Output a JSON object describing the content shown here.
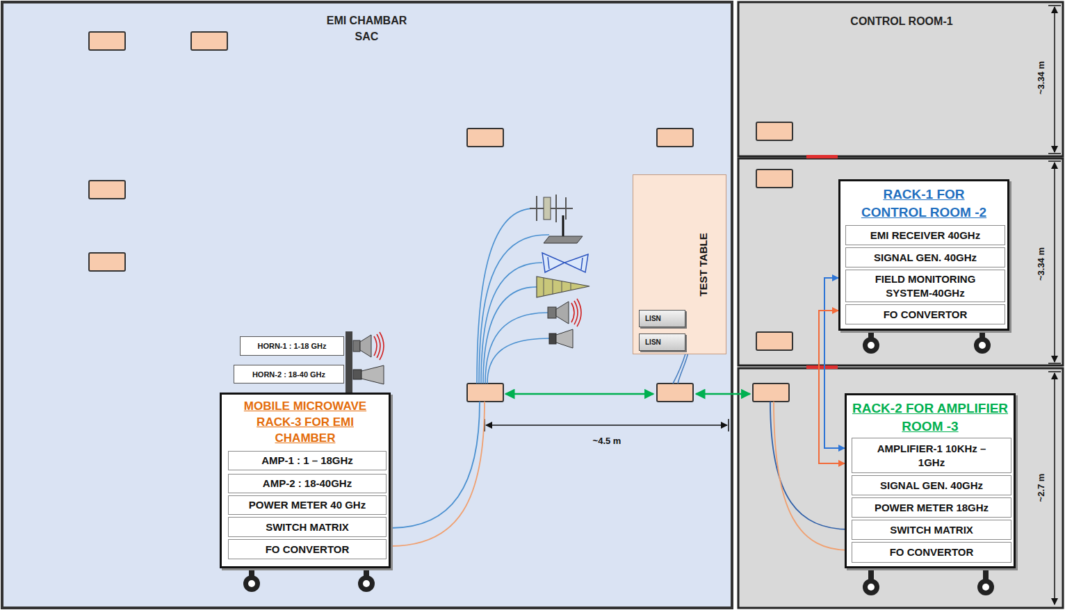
{
  "diagram": {
    "nodes": [
      {
        "text": [
          "EMI CHAMBAR SAC"
        ]
      },
      {
        "text": [
          "CONTROL ROOM-1"
        ]
      },
      {
        "text": [
          "HORN-1 : 1-18 GHz"
        ],
        "in": 0
      },
      {
        "text": [
          "HORN-2 : 18-40 GHz"
        ],
        "in": 0
      },
      {
        "text": [
          "MOBILE MICROWAVE RACK-3 FOR EMI CHAMBER"
        ],
        "in": 0
      },
      {
        "text": [
          "AMP-1 : 1 – 18GHz"
        ],
        "in": 4
      },
      {
        "text": [
          "AMP-2 : 18-40GHz"
        ],
        "in": 4
      },
      {
        "text": [
          "POWER METER 40 GHz"
        ],
        "in": 4
      },
      {
        "text": [
          "SWITCH MATRIX"
        ],
        "in": 4
      },
      {
        "text": [
          "FO CONVERTOR"
        ],
        "in": 4
      },
      {
        "text": [
          "TEST TABLE"
        ],
        "in": 0
      },
      {
        "text": [
          "LISN"
        ],
        "in": 10
      },
      {
        "text": [
          "LISN"
        ],
        "in": 10
      },
      {
        "text": [
          "RACK-1 FOR CONTROL ROOM -2"
        ]
      },
      {
        "text": [
          "EMI RECEIVER 40GHz"
        ],
        "in": 13
      },
      {
        "text": [
          "SIGNAL GEN. 40GHz"
        ],
        "in": 13
      },
      {
        "text": [
          "FIELD MONITORING SYSTEM-40GHz"
        ],
        "in": 13
      },
      {
        "text": [
          "FO CONVERTOR"
        ],
        "in": 13
      },
      {
        "text": [
          "RACK-2 FOR AMPLIFIER ROOM -3"
        ]
      },
      {
        "text": [
          "AMPLIFIER-1 10KHz – 1GHz"
        ],
        "in": 18
      },
      {
        "text": [
          "SIGNAL GEN. 40GHz"
        ],
        "in": 18
      },
      {
        "text": [
          "POWER METER 18GHz"
        ],
        "in": 18
      },
      {
        "text": [
          "SWITCH MATRIX"
        ],
        "in": 18
      },
      {
        "text": [
          "FO CONVERTOR"
        ],
        "in": 18
      }
    ],
    "edges": [
      {
        "from": 13,
        "to": 18,
        "arrow": "both"
      },
      {
        "from": 13,
        "to": 18,
        "arrow": "both"
      }
    ],
    "labels": [
      "~3.34 m",
      "~3.34 m",
      "~2.7 m",
      "~4.5 m"
    ]
  }
}
